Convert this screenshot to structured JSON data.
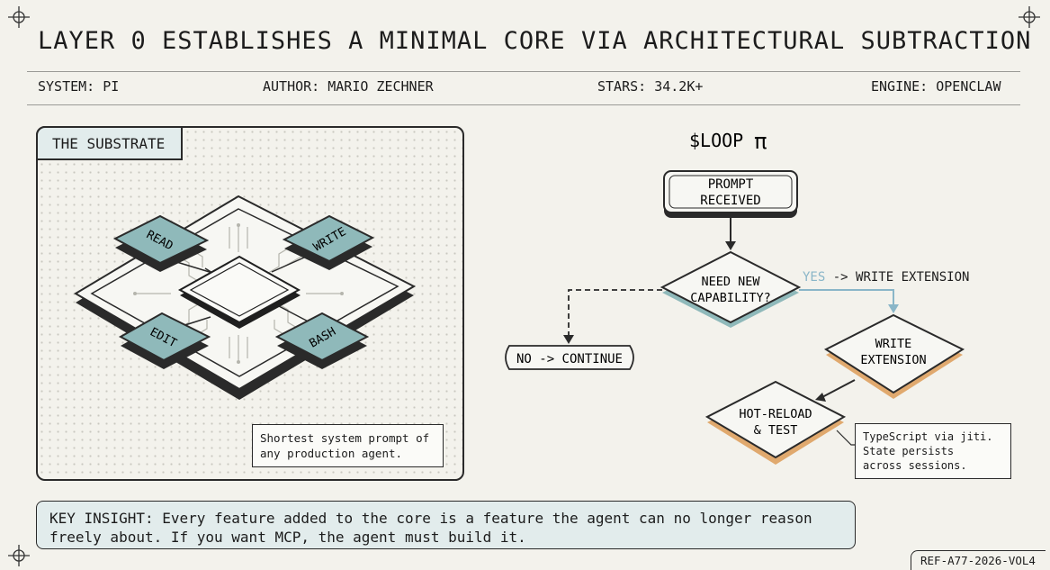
{
  "title": "LAYER 0 ESTABLISHES A MINIMAL CORE VIA ARCHITECTURAL SUBTRACTION",
  "meta": {
    "system": "SYSTEM: PI",
    "author": "AUTHOR: MARIO ZECHNER",
    "stars": "STARS: 34.2K+",
    "engine": "ENGINE: OPENCLAW"
  },
  "substrate": {
    "tab_label": "THE SUBSTRATE",
    "tools": [
      "READ",
      "WRITE",
      "EDIT",
      "BASH"
    ],
    "note": "Shortest system prompt of\nany production agent."
  },
  "loop": {
    "title": "$LOOP",
    "title_symbol": "π",
    "prompt_line1": "PROMPT",
    "prompt_line2": "RECEIVED",
    "decision_line1": "NEED NEW",
    "decision_line2": "CAPABILITY?",
    "yes_word": "YES",
    "yes_rest": " -> WRITE EXTENSION",
    "no_label": "NO -> CONTINUE",
    "write_line1": "WRITE",
    "write_line2": "EXTENSION",
    "hot_line1": "HOT-RELOAD",
    "hot_line2": "& TEST",
    "note": "TypeScript via jiti.\nState persists\nacross sessions."
  },
  "insight": {
    "line1": "KEY INSIGHT: Every feature added to the core is a feature the agent can no longer reason",
    "line2": "freely about. If you want MCP, the agent must build it."
  },
  "ref": "REF-A77-2026-VOL4",
  "colors": {
    "background": "#f3f2ec",
    "teal": "#8fb9ba",
    "teal_light": "#e2ecec",
    "orange": "#e0a96e",
    "ink": "#1c1c1c",
    "yes_blue": "#8ab6c8"
  }
}
